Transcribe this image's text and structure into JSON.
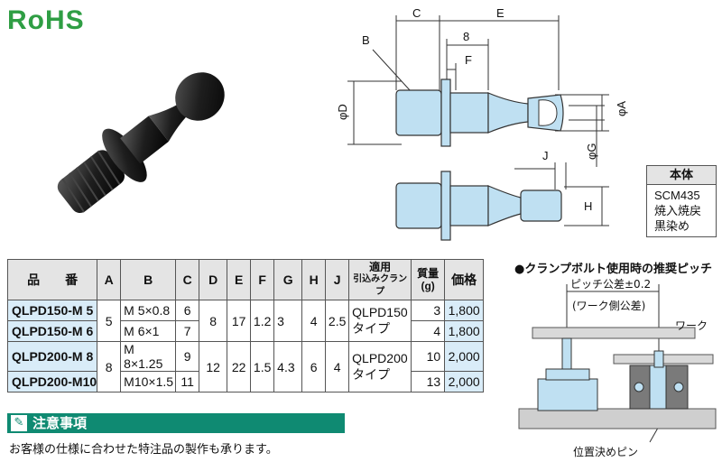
{
  "rohs_logo": "RoHS",
  "dims": {
    "C": "C",
    "E": "E",
    "B": "B",
    "eight": "8",
    "F": "F",
    "phiD": "φD",
    "phiA": "φA",
    "phiG": "φG",
    "J": "J",
    "H": "H"
  },
  "material": {
    "header": "本体",
    "lines": [
      "SCM435",
      "焼入焼戻",
      "黒染め"
    ]
  },
  "table": {
    "headers": {
      "model": "品　　番",
      "A": "A",
      "B": "B",
      "C": "C",
      "D": "D",
      "E": "E",
      "F": "F",
      "G": "G",
      "H": "H",
      "J": "J",
      "clamp_line1": "適用",
      "clamp_line2": "引込みクランプ",
      "mass_line1": "質量",
      "mass_line2": "(g)",
      "price": "価格"
    },
    "rows": [
      {
        "model": "QLPD150-M 5",
        "B": "M 5×0.8",
        "C": "6",
        "mass": "3",
        "price": "1,800"
      },
      {
        "model": "QLPD150-M 6",
        "B": "M 6×1",
        "C": "7",
        "mass": "4",
        "price": "1,800"
      },
      {
        "model": "QLPD200-M 8",
        "B": "M 8×1.25",
        "C": "9",
        "mass": "10",
        "price": "2,000"
      },
      {
        "model": "QLPD200-M10",
        "B": "M10×1.5",
        "C": "11",
        "mass": "13",
        "price": "2,000"
      }
    ],
    "groups": [
      {
        "A": "5",
        "D": "8",
        "E": "17",
        "F": "1.2",
        "G": "3",
        "H": "4",
        "J": "2.5",
        "clamp_line1": "QLPD150",
        "clamp_line2": "タイプ"
      },
      {
        "A": "8",
        "D": "12",
        "E": "22",
        "F": "1.5",
        "G": "4.3",
        "H": "6",
        "J": "4",
        "clamp_line1": "QLPD200",
        "clamp_line2": "タイプ"
      }
    ]
  },
  "clamp_section": {
    "title": "●クランプボルト使用時の推奨ピッチ",
    "pitch_label": "ピッチ公差±0.2",
    "pitch_sub": "(ワーク側公差)",
    "work_label": "ワーク",
    "pin_label": "位置決めピン"
  },
  "note": {
    "icon": "✎",
    "title": "注意事項",
    "text": "お客様の仕様に合わせた特注品の製作も承ります。"
  },
  "colors": {
    "part_fill": "#bfe0f2",
    "note_bar": "#0f8a72",
    "rohs": "#2f9e44",
    "highlight": "#d9ecf8"
  }
}
